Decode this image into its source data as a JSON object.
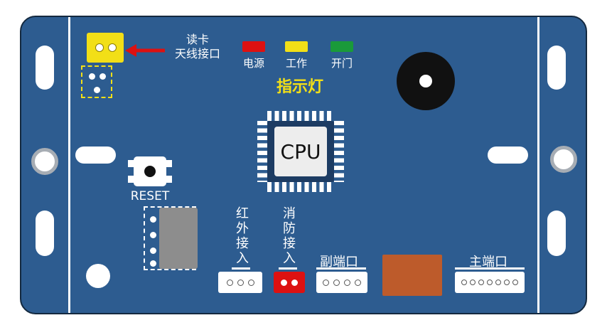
{
  "board": {
    "color": "#2d5c90",
    "antenna": {
      "label_line1": "读卡",
      "label_line2": "天线接口",
      "connector_color": "#f2df17"
    },
    "indicators": {
      "title": "指示灯",
      "title_color": "#f2df17",
      "leds": [
        {
          "label": "电源",
          "color": "#dd1111"
        },
        {
          "label": "工作",
          "color": "#f2df17"
        },
        {
          "label": "开门",
          "color": "#1a9a3a"
        }
      ]
    },
    "cpu": {
      "label": "CPU"
    },
    "reset": {
      "label": "RESET"
    },
    "connectors": {
      "infrared": {
        "label": "红外接入",
        "holes": 3
      },
      "fire": {
        "label": "消防接入",
        "holes": 2,
        "color": "#dd1111"
      },
      "secondary": {
        "label": "副端口",
        "holes": 4
      },
      "main": {
        "label": "主端口",
        "holes": 7
      }
    },
    "misc": {
      "orange_component_color": "#bd5b2b"
    }
  }
}
